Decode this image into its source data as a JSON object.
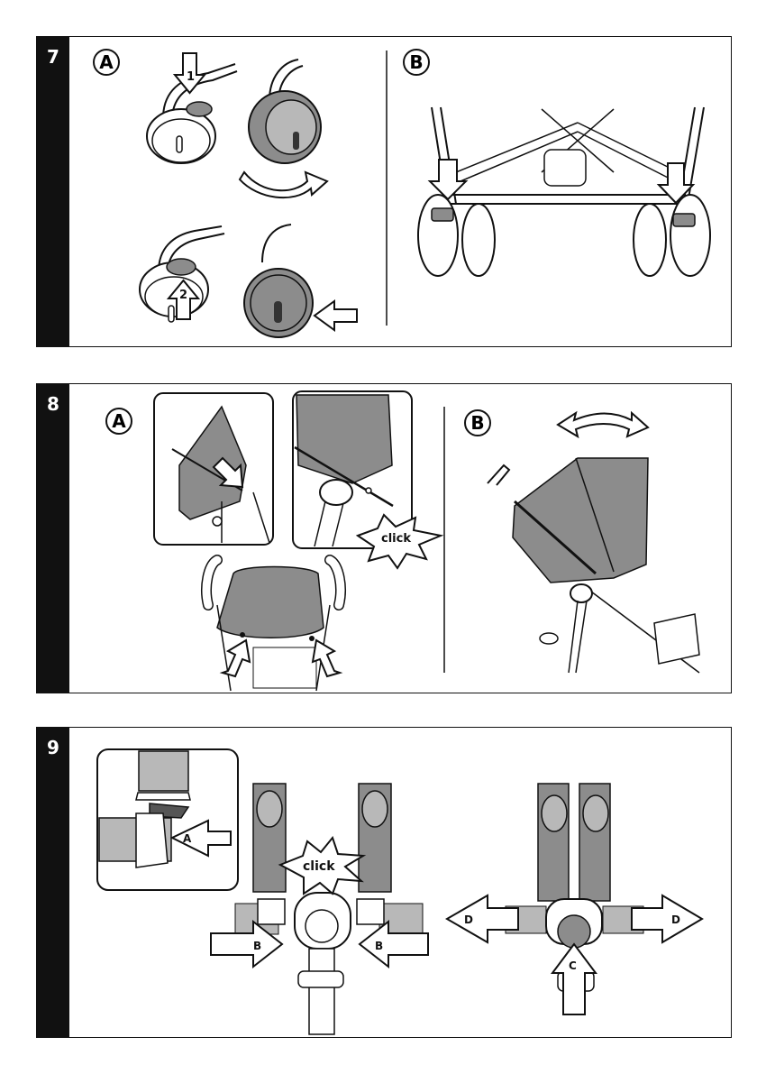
{
  "panels": [
    {
      "number": "7",
      "labels": {
        "a": "A",
        "b": "B"
      },
      "arrow_steps": [
        "1",
        "2"
      ]
    },
    {
      "number": "8",
      "labels": {
        "a": "A",
        "b": "B"
      },
      "sound": "click"
    },
    {
      "number": "9",
      "sound": "click",
      "arrow_labels": {
        "a": "A",
        "b1": "B",
        "b2": "B",
        "c": "C",
        "d1": "D",
        "d2": "D"
      }
    }
  ],
  "colors": {
    "ink": "#111111",
    "grey": "#8c8c8c",
    "light_grey": "#b8b8b8",
    "dark_grey": "#555555"
  }
}
